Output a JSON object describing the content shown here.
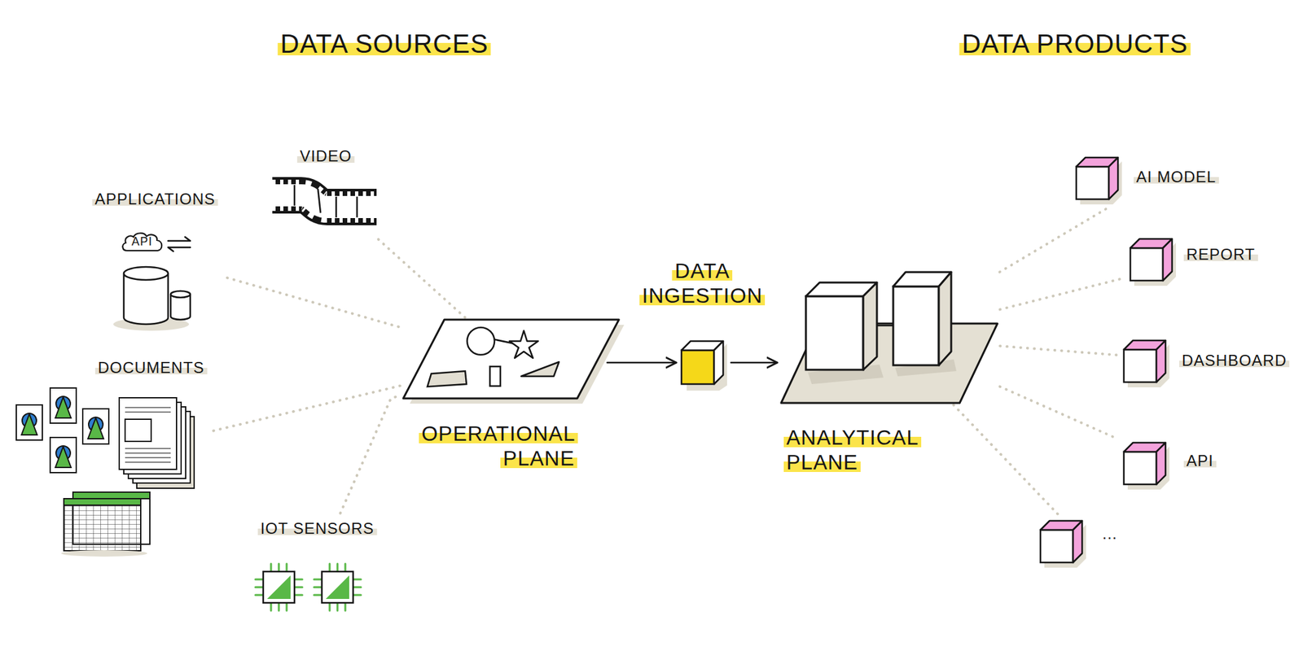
{
  "diagram": {
    "nodes": [
      {
        "text": [
          "VIDEO"
        ]
      },
      {
        "text": [
          "APPLICATIONS"
        ]
      },
      {
        "text": [
          "API"
        ],
        "in": 1
      },
      {
        "text": [
          "DOCUMENTS"
        ]
      },
      {
        "text": [
          "IOT SENSORS"
        ]
      },
      {
        "text": [
          "OPERATIONAL PLANE"
        ]
      },
      {
        "text": [
          "DATA INGESTION"
        ]
      },
      {
        "text": [
          "ANALYTICAL PLANE"
        ]
      },
      {
        "text": [
          "AI MODEL"
        ]
      },
      {
        "text": [
          "REPORT"
        ]
      },
      {
        "text": [
          "DASHBOARD"
        ]
      },
      {
        "text": [
          "API"
        ]
      },
      {
        "text": [
          "..."
        ]
      }
    ],
    "edges": [
      {
        "from": 0,
        "to": 5,
        "arrow": "none"
      },
      {
        "from": 1,
        "to": 5,
        "arrow": "none"
      },
      {
        "from": 3,
        "to": 5,
        "arrow": "none"
      },
      {
        "from": 4,
        "to": 5,
        "arrow": "none"
      },
      {
        "from": 5,
        "to": 6,
        "arrow": "to"
      },
      {
        "from": 6,
        "to": 7,
        "arrow": "to"
      },
      {
        "from": 7,
        "to": 8,
        "arrow": "none"
      },
      {
        "from": 7,
        "to": 9,
        "arrow": "none"
      },
      {
        "from": 7,
        "to": 10,
        "arrow": "none"
      },
      {
        "from": 7,
        "to": 11,
        "arrow": "none"
      },
      {
        "from": 7,
        "to": 12,
        "arrow": "none"
      }
    ],
    "labels": [
      "DATA SOURCES",
      "DATA PRODUCTS"
    ]
  }
}
